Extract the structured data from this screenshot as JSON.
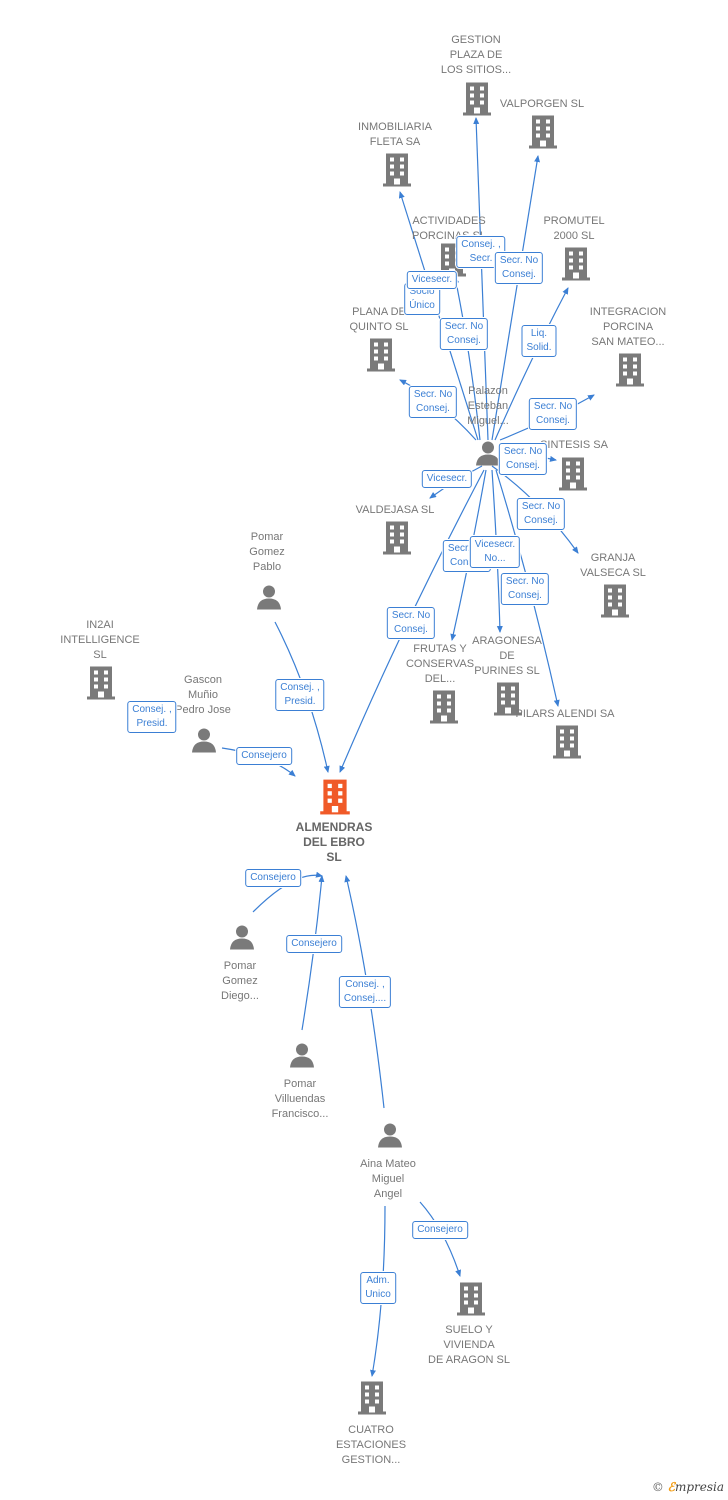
{
  "company": {
    "name": "ALMENDRAS\nDEL EBRO\nSL"
  },
  "nodes": {
    "gestion_plaza": {
      "label": "GESTION\nPLAZA DE\nLOS SITIOS..."
    },
    "valporgen": {
      "label": "VALPORGEN SL"
    },
    "inmobiliaria_fleta": {
      "label": "INMOBILIARIA\nFLETA SA"
    },
    "actividades_porcinas": {
      "label": "ACTIVIDADES\nPORCINAS SL"
    },
    "promutel": {
      "label": "PROMUTEL\n2000  SL"
    },
    "plana_quinto": {
      "label": "PLANA DE\nQUINTO SL"
    },
    "integracion_porcina": {
      "label": "INTEGRACION\nPORCINA\nSAN MATEO..."
    },
    "palazon": {
      "label": "Palazon\nEsteban\nMiguel..."
    },
    "sintesis": {
      "label": "SINTESIS SA"
    },
    "valdejasa": {
      "label": "VALDEJASA  SL"
    },
    "granja_valseca": {
      "label": "GRANJA\nVALSECA  SL"
    },
    "pomar_pablo": {
      "label": "Pomar\nGomez\nPablo"
    },
    "in2ai": {
      "label": "IN2AI\nINTELLIGENCE\nSL"
    },
    "gascon": {
      "label": "Gascon\nMuñio\nPedro Jose"
    },
    "frutas_conservas": {
      "label": "FRUTAS Y\nCONSERVAS\nDEL..."
    },
    "aragonesa_purines": {
      "label": "ARAGONESA\nDE\nPURINES  SL"
    },
    "alendi": {
      "label": "PILARS ALENDI SA"
    },
    "pomar_diego": {
      "label": "Pomar\nGomez\nDiego..."
    },
    "pomar_francisco": {
      "label": "Pomar\nVilluendas\nFrancisco..."
    },
    "aina_mateo": {
      "label": "Aina Mateo\nMiguel\nAngel"
    },
    "suelo_vivienda": {
      "label": "SUELO Y\nVIVIENDA\nDE ARAGON SL"
    },
    "cuatro_estaciones": {
      "label": "CUATRO\nESTACIONES\nGESTION..."
    }
  },
  "edges": {
    "consej_secr": "Consej. ,\nSecr.",
    "secr_no_consej_valporgen": "Secr.  No\nConsej.",
    "vicesecr": "Vicesecr.",
    "socio_unico": "Socio\nÚnico",
    "secr_no_consej_actividades": "Secr.  No\nConsej.",
    "liq_solid": "Liq.\nSolid.",
    "secr_no_consej_plana": "Secr.  No\nConsej.",
    "secr_no_consej_integracion": "Secr.  No\nConsej.",
    "secr_no_consej_sintesis": "Secr.  No\nConsej.",
    "vicesecr_valdejasa": "Vicesecr.",
    "secr_no_consej_granja": "Secr.  No\nConsej.",
    "secr_no_consej_frutas": "Secr.  No\nConsej.",
    "vicesecr_no": "Vicesecr.\nNo...",
    "secr_no_consej_alendi": "Secr.  No\nConsej.",
    "secr_no_consej_almendras": "Secr.  No\nConsej.",
    "consej_presid_pablo": "Consej. ,\nPresid.",
    "consej_presid_gascon": "Consej. ,\nPresid.",
    "consejero_gascon": "Consejero",
    "consejero_diego": "Consejero",
    "consejero_francisco": "Consejero",
    "consej_consej_aina": "Consej. ,\nConsej....",
    "consejero_suelo": "Consejero",
    "adm_unico": "Adm.\nUnico"
  },
  "colors": {
    "edge": "#3b7fd4",
    "node_gray": "#7a7a7a",
    "main_orange": "#f05a28"
  },
  "copyright": {
    "symbol": "©",
    "brand_e": "ℰ",
    "brand_rest": "mpresia"
  }
}
